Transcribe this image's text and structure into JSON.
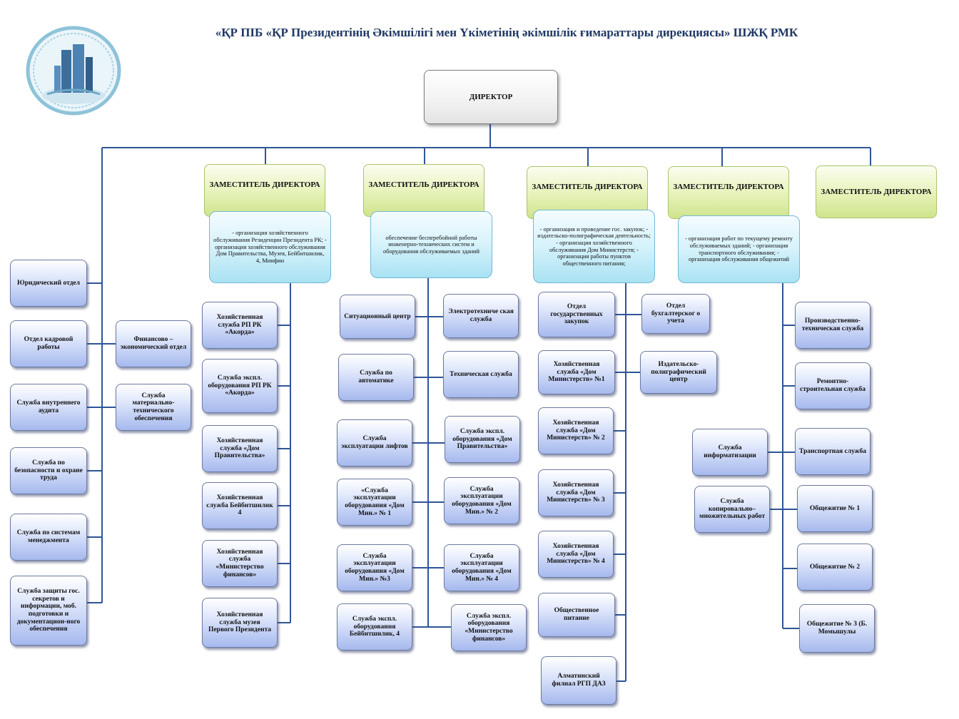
{
  "title": "«ҚР ПІБ «ҚР Президентінің Әкімшілігі мен Үкіметінің әкімшілік ғимараттары дирекциясы» ШЖҚ РМК",
  "emblem": {
    "icon": "building-emblem-icon",
    "colors": {
      "ring": "#8ec3d9",
      "building": "#3b6e9c"
    }
  },
  "director": "ДИРЕКТОР",
  "deputies": [
    {
      "label": "ЗАМЕСТИТЕЛЬ ДИРЕКТОРА",
      "desc": "- организация хозяйственного обслуживания Резиденции Президента РК;\n- организация хозяйственного обслуживания Дом Правительства, Музея, Бейбитшилик, 4, Минфин"
    },
    {
      "label": "ЗАМЕСТИТЕЛЬ ДИРЕКТОРА",
      "desc": "обеспечение бесперебойной работы инженерно-технических систем и оборудования обслуживаемых зданий"
    },
    {
      "label": "ЗАМЕСТИТЕЛЬ ДИРЕКТОРА",
      "desc": "- организация и проведение гос. закупок;\n- издательско-полиграфическая деятельность;\n- организация хозяйственного обслуживания Дом Министерств;\n- организация работы пунктов общественного питания;"
    },
    {
      "label": "ЗАМЕСТИТЕЛЬ ДИРЕКТОРА",
      "desc": "-        организация работ по текущему ремонту обслуживаемых зданий;\n- организация транспортного обслуживания;\n- организация обслуживания общежитий"
    },
    {
      "label": "ЗАМЕСТИТЕЛЬ ДИРЕКТОРА"
    }
  ],
  "left_units": [
    "Юридический отдел",
    "Отдел кадровой работы",
    "Служба внутреннего аудита",
    "Служба по безопасности и охране труда",
    "Служба по системам менеджмента",
    "Служба защиты гос. секретов и информации, моб. подготовки и документацион-ного обеспечения"
  ],
  "finance_units": [
    "Финансово – экономический отдел",
    "Служба материально-технического обеспечения"
  ],
  "col1_units": [
    "Хозяйственная служба РП РК «Акорда»",
    "Служба экспл. оборудования РП РК «Акорда»",
    "Хозяйственная служба «Дом Правительства»",
    "Хозяйственная служба Бейбитшилик 4",
    "Хозяйственная служба «Министерство финансов»",
    "Хозяйственная служба музея Первого Президента"
  ],
  "col2_left_units": [
    "Ситуационный центр",
    "Служба по автоматике",
    "Служба эксплуатации лифтов",
    "«Служба эксплуатации оборудования «Дом Мин.» № 1",
    "Служба эксплуатации оборудования «Дом Мин.» №3",
    "Служба экспл. оборудования Бейбитшилик, 4"
  ],
  "col2_right_units": [
    "Электротехниче ская служба",
    "Техническая служба",
    "Служба экспл. оборудования «Дом Правительства»",
    "Служба эксплуатации оборудования «Дом Мин.» № 2",
    "Служба эксплуатации оборудования «Дом Мин.» № 4",
    "Служба экспл. оборудования «Министерство финансов»"
  ],
  "col3_units": [
    "Отдел государственных закупок",
    "Хозяйственная служба «Дом Министерств» №1",
    "Хозяйственная служба «Дом Министерств» № 2",
    "Хозяйственная служба «Дом Министерств» № 3",
    "Хозяйственная служба «Дом Министерств» № 4",
    "Общественное питание",
    "Алматинский филиал РГП ДАЗ"
  ],
  "col3_side_units": [
    "Отдел бухгалтерског о учета",
    "Издательско-полиграфический центр"
  ],
  "col4_left_units": [
    "Служба информатизации",
    "Служба копировально– множительных работ"
  ],
  "col4_right_units": [
    "Производственно-техническая служба",
    "Ремонтно-строительная служба",
    "Транспортная служба",
    "Общежитие № 1",
    "Общежитие № 2",
    "Общежитие № 3 (Б. Момышулы"
  ]
}
